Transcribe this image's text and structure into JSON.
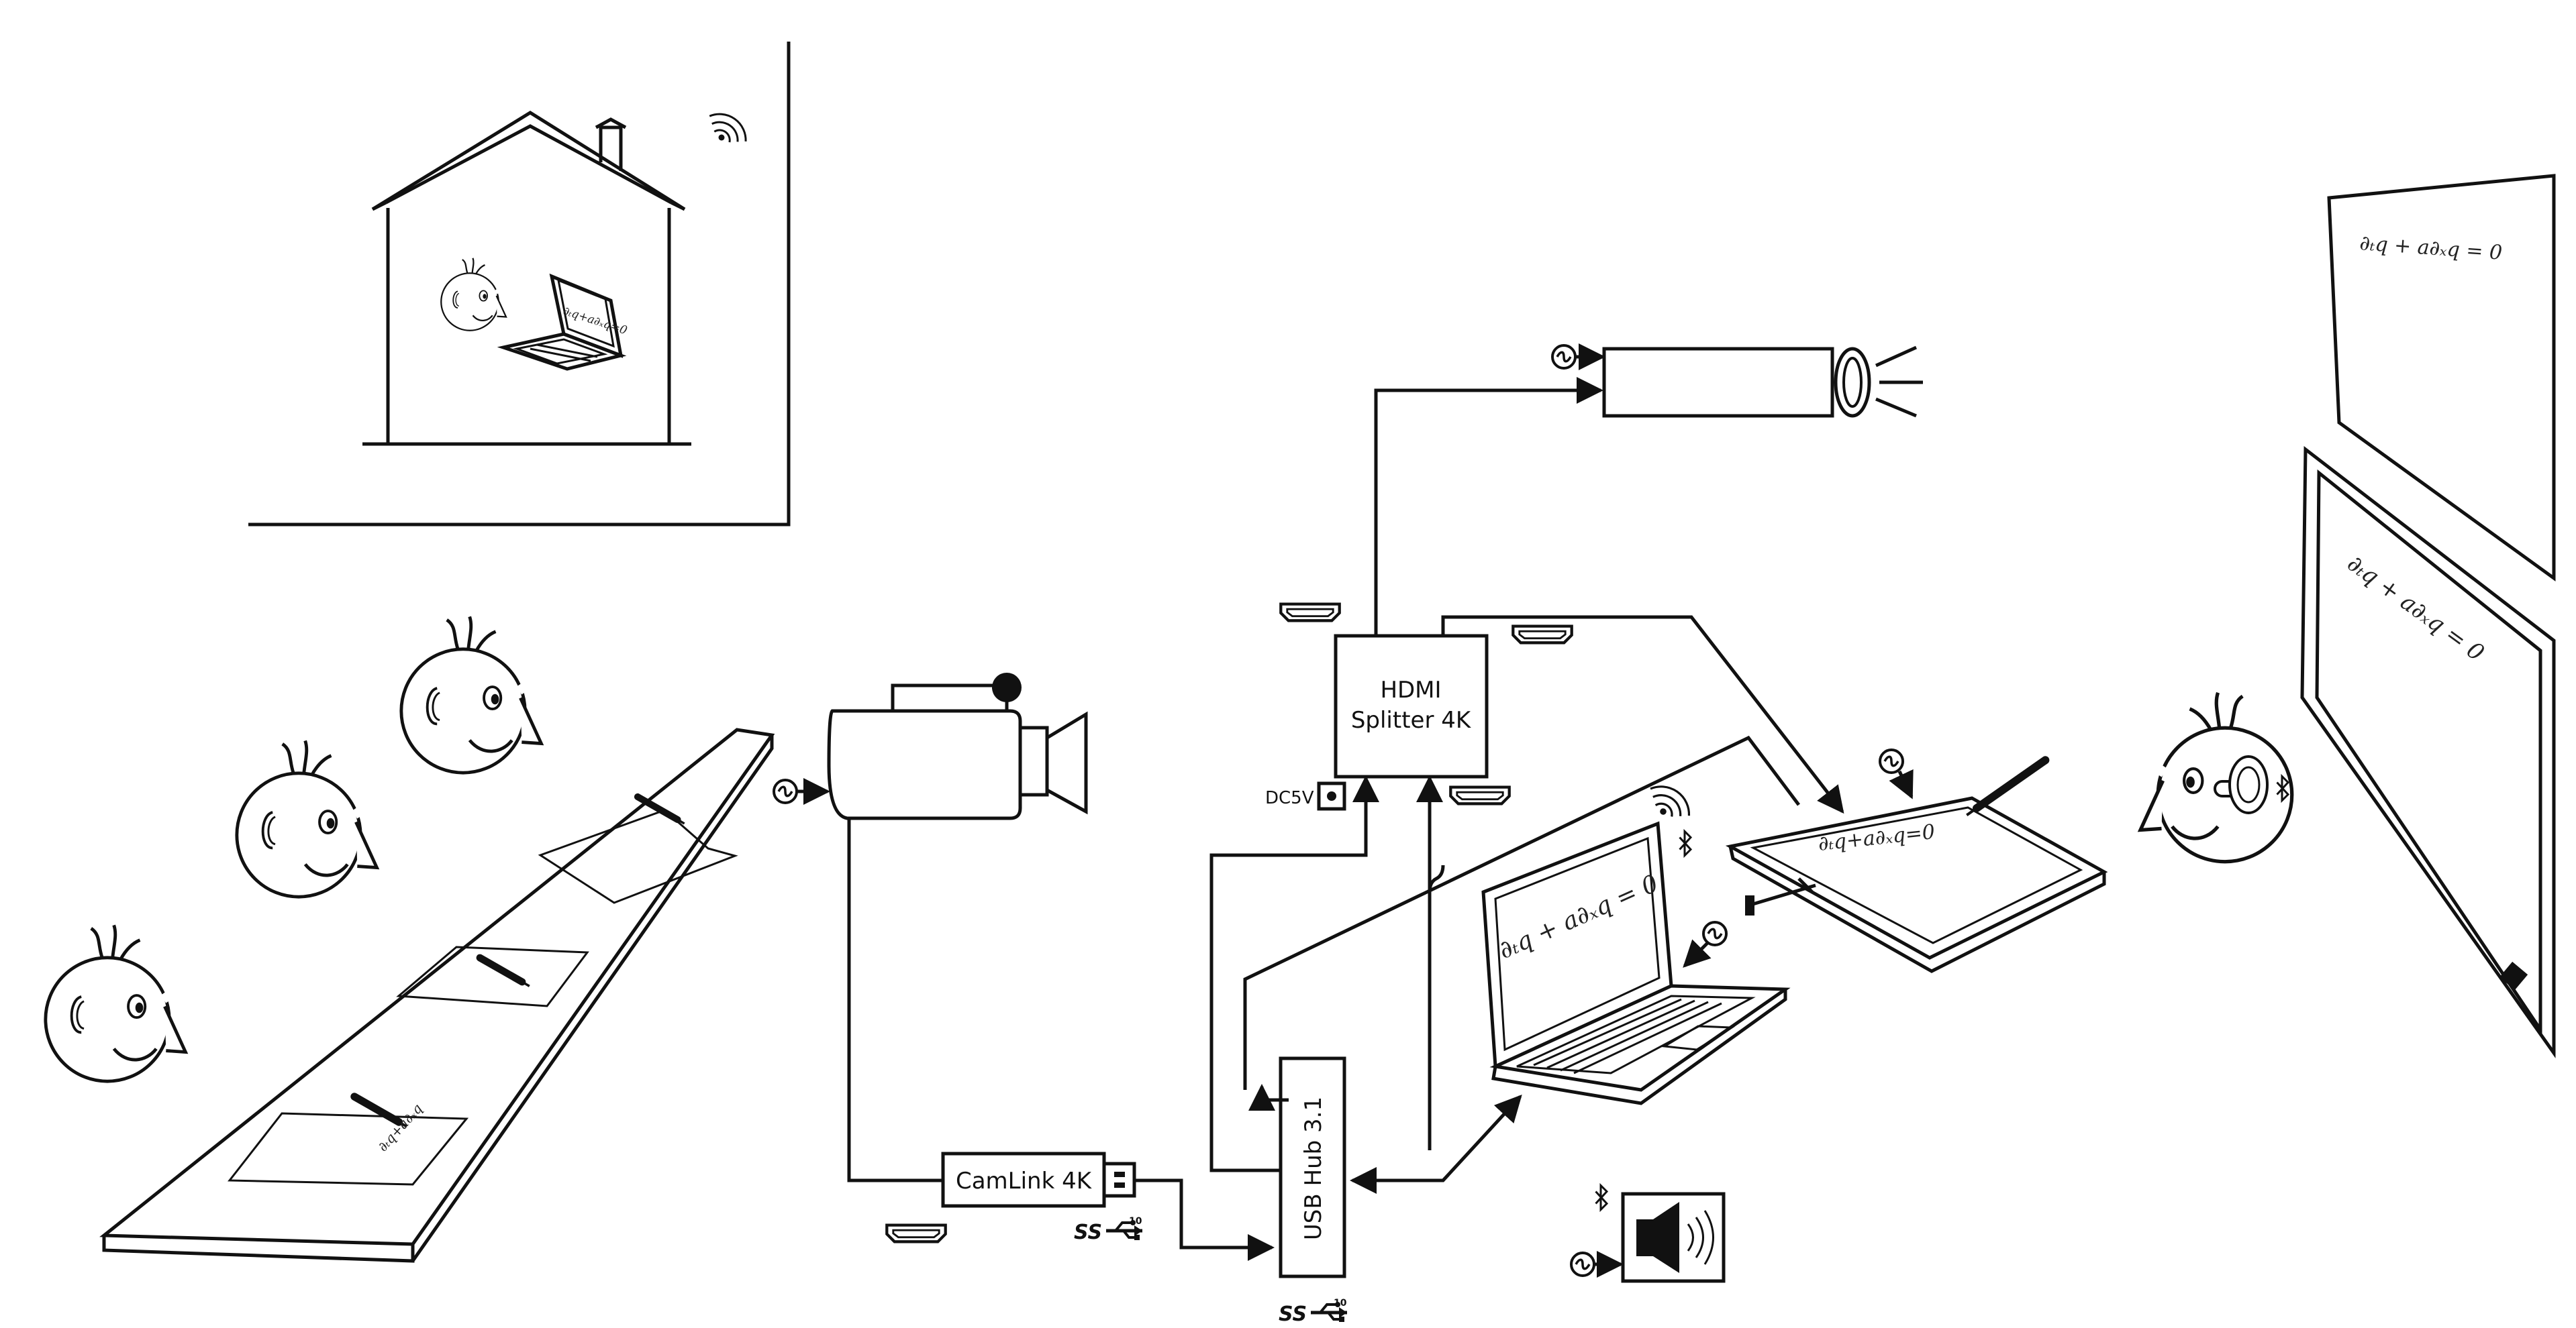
{
  "colors": {
    "stroke": "#111111",
    "background": "#ffffff"
  },
  "labels": {
    "hdmi_splitter_line1": "HDMI",
    "hdmi_splitter_line2": "Splitter 4K",
    "camlink": "CamLink 4K",
    "usb_hub": "USB Hub 3.1",
    "dc5v": "DC5V",
    "ss_badge": "SS",
    "usb_speed": "10"
  },
  "equations": {
    "projection": "∂ₜq + a∂ₓq = 0",
    "whiteboard": "∂ₜq + a∂ₓq = 0",
    "laptop": "∂ₜq + a∂ₓq = 0",
    "tablet": "∂ₜq+a∂ₓq=0",
    "home_laptop": "∂ₜq+a∂ₓq=0",
    "desk_paper": "∂ₜq+a∂ₓq"
  },
  "icons": [
    "ac-power-icon",
    "bluetooth-icon",
    "wifi-icon",
    "hdmi-port-icon",
    "usb-superspeed-icon",
    "speaker-icon",
    "dc-jack-icon"
  ]
}
